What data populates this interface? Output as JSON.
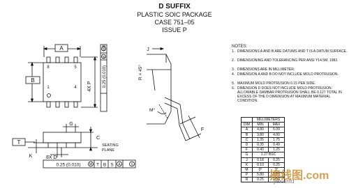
{
  "header": {
    "suffix": "D SUFFIX",
    "package": "PLASTIC SOIC PACKAGE",
    "case": "CASE 751–05",
    "issue": "ISSUE P"
  },
  "labels": {
    "a": "A",
    "b": "B",
    "t": "T",
    "pin8": "8",
    "pin5": "5",
    "pin1": "1",
    "pin4": "4",
    "p_dim": "4X  P",
    "top_tol": "0.25 (0.010)",
    "top_tol_m": "M",
    "top_tol_b": "B",
    "top_tol_m2": "M",
    "g": "G",
    "c": "C",
    "k": "K",
    "d": "8X  D",
    "seating": "SEATING",
    "plane": "PLANE",
    "bot_tol": "0.25 (0.010)",
    "bot_tol_m": "M",
    "bot_tol_t": "T",
    "bot_tol_b": "B",
    "bot_tol_s1": "S",
    "bot_tol_a": "A",
    "bot_tol_s2": "S",
    "r": "R × 45°",
    "j": "J",
    "m": "M",
    "f": "F",
    "m_deg": "M°"
  },
  "notes": {
    "heading": "NOTES:",
    "items": [
      {
        "n": "1.",
        "text": "DIMENSIONS A AND B ARE DATUMS AND T IS A DATUM SURFACE."
      },
      {
        "n": "2.",
        "text": "DIMENSIONING AND TOLERANCING PER ANSI Y14.5M, 1982."
      },
      {
        "n": "3.",
        "text": "DIMENSIONS ARE IN MILLIMETER."
      },
      {
        "n": "4.",
        "text": "DIMENSION A AND B DO NOT INCLUDE MOLD PROTRUSION."
      },
      {
        "n": "5.",
        "text": "MAXIMUM MOLD PROTRUSION 0.15 PER SIDE."
      },
      {
        "n": "6.",
        "text": "DIMENSION D DOES NOT INCLUDE MOLD PROTRUSION. ALLOWABLE DAMBAR PROTRUSION SHALL BE 0.127 TOTAL IN EXCESS OF THE D DIMENSION AT MAXIMUM MATERIAL CONDITION."
      }
    ]
  },
  "table": {
    "title": "MILLIMETERS",
    "col_dim": "DIM",
    "col_min": "MIN",
    "col_max": "MAX",
    "rows": [
      {
        "dim": "A",
        "min": "4.80",
        "max": "5.00"
      },
      {
        "dim": "B",
        "min": "3.80",
        "max": "4.00"
      },
      {
        "dim": "C",
        "min": "1.35",
        "max": "1.75"
      },
      {
        "dim": "D",
        "min": "0.35",
        "max": "0.49"
      },
      {
        "dim": "F",
        "min": "0.40",
        "max": "1.25"
      },
      {
        "dim": "G",
        "span": "1.27 BSC"
      },
      {
        "dim": "J",
        "min": "0.18",
        "max": "0.25"
      },
      {
        "dim": "K",
        "min": "0.10",
        "max": "0.25"
      },
      {
        "dim": "M",
        "min": "0°",
        "max": "7°"
      },
      {
        "dim": "P",
        "min": "5.80",
        "max": "6.20"
      },
      {
        "dim": "R",
        "min": "0.25",
        "max": "0.50"
      }
    ]
  },
  "watermark": {
    "brand": "接线图.com",
    "url": "jiexiantu"
  }
}
